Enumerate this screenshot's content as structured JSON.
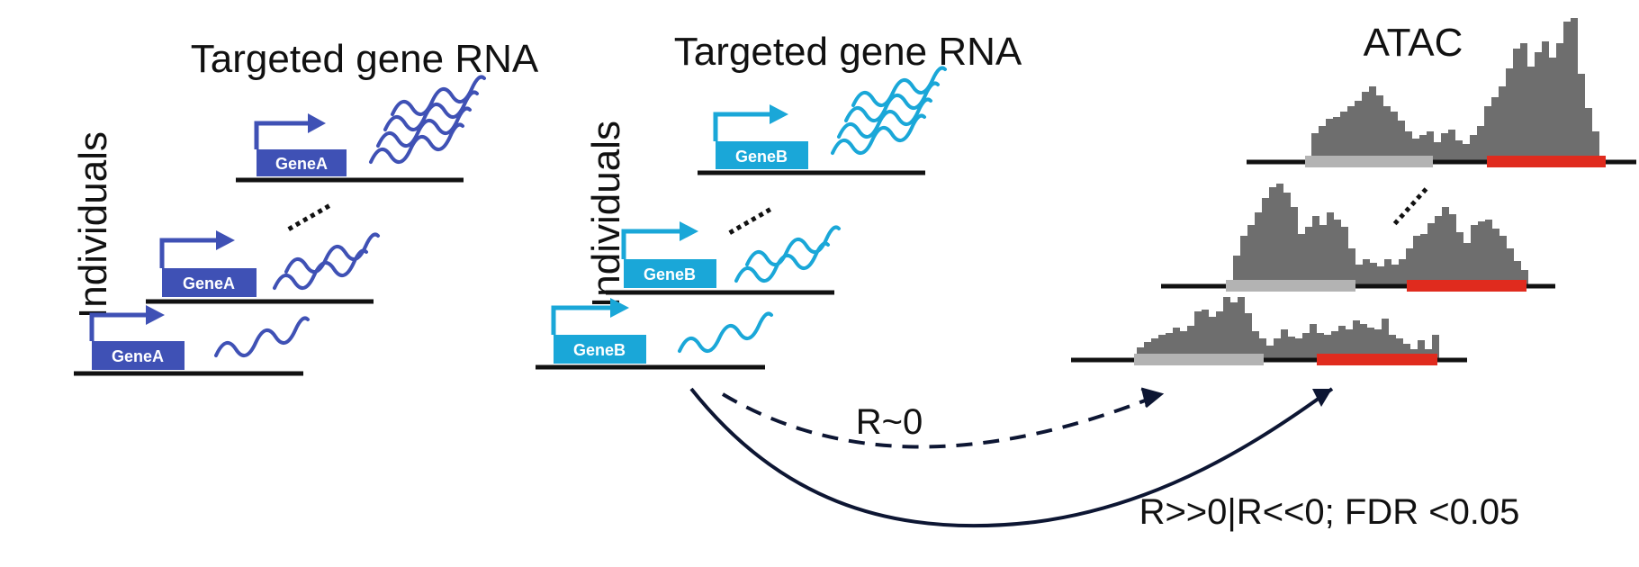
{
  "left_panel": {
    "title": "Targeted gene RNA",
    "axis_label": "Individuals",
    "gene_label": "GeneA",
    "ellipsis": "......"
  },
  "middle_panel": {
    "title": "Targeted gene RNA",
    "axis_label": "Individuals",
    "gene_label": "GeneB",
    "ellipsis": "......"
  },
  "right_panel": {
    "title": "ATAC",
    "ellipsis": "......"
  },
  "arrows": {
    "no_correlation_label": "R~0",
    "significant_label": "R>>0|R<<0; FDR <0.05"
  },
  "colors": {
    "geneA": "#3f51b5",
    "geneB": "#1aa7d8",
    "atac_bars": "#6e6e6e",
    "region_gray": "#b3b3b3",
    "region_red": "#e02b1e",
    "line": "#111111",
    "arrow": "#0d1633"
  }
}
